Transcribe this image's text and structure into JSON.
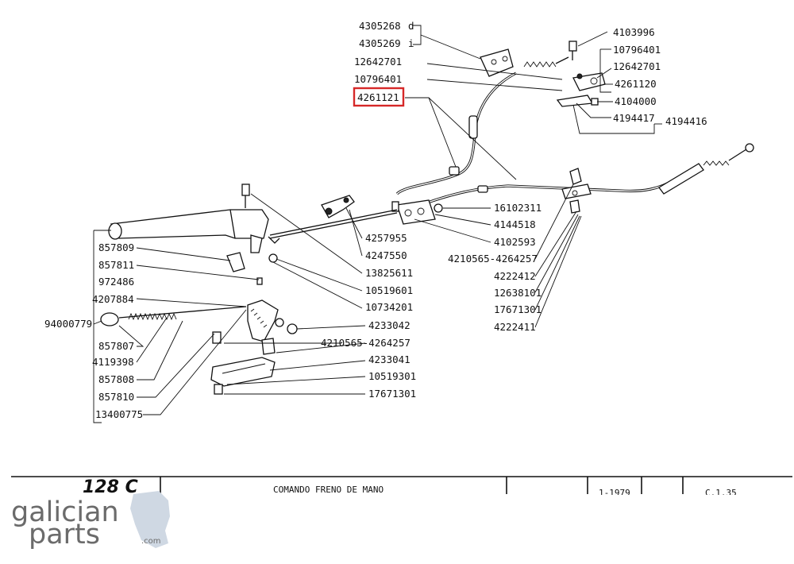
{
  "labels": {
    "p4305268": "4305268",
    "d": "d",
    "p4305269": "4305269",
    "i": "i",
    "p12642701a": "12642701",
    "p10796401a": "10796401",
    "p4261121": "4261121",
    "p4103996": "4103996",
    "p10796401b": "10796401",
    "p12642701b": "12642701",
    "p4261120": "4261120",
    "p4104000": "4104000",
    "p4194417": "4194417",
    "p4194416": "4194416",
    "p16102311": "16102311",
    "p4144518": "4144518",
    "p4102593": "4102593",
    "p4210565a": "4210565-4264257",
    "p4222412": "4222412",
    "p12638101": "12638101",
    "p17671301a": "17671301",
    "p4222411": "4222411",
    "p4257955": "4257955",
    "p4247550": "4247550",
    "p13825611": "13825611",
    "p10519601": "10519601",
    "p10734201": "10734201",
    "p4233042": "4233042",
    "p4210565b": "4210565-4264257",
    "p4233041": "4233041",
    "p10519301": "10519301",
    "p17671301b": "17671301",
    "p857809": "857809",
    "p857811": "857811",
    "p972486": "972486",
    "p4207884": "4207884",
    "p94000779": "94000779",
    "p857807": "857807",
    "p4119398": "4119398",
    "p857808": "857808",
    "p857810": "857810",
    "p13400775": "13400775"
  },
  "highlight": {
    "part": "4261121",
    "color": "#d62828"
  },
  "title_block": {
    "model": "128 C",
    "title": "COMANDO FRENO DE MANO",
    "date": "1-1979",
    "page_ref": "C.1.35"
  },
  "logo": {
    "line1": "galician",
    "line2": "parts",
    "suffix": ".com",
    "color": "#6b6b6b",
    "map_color": "#cfd8e3"
  }
}
